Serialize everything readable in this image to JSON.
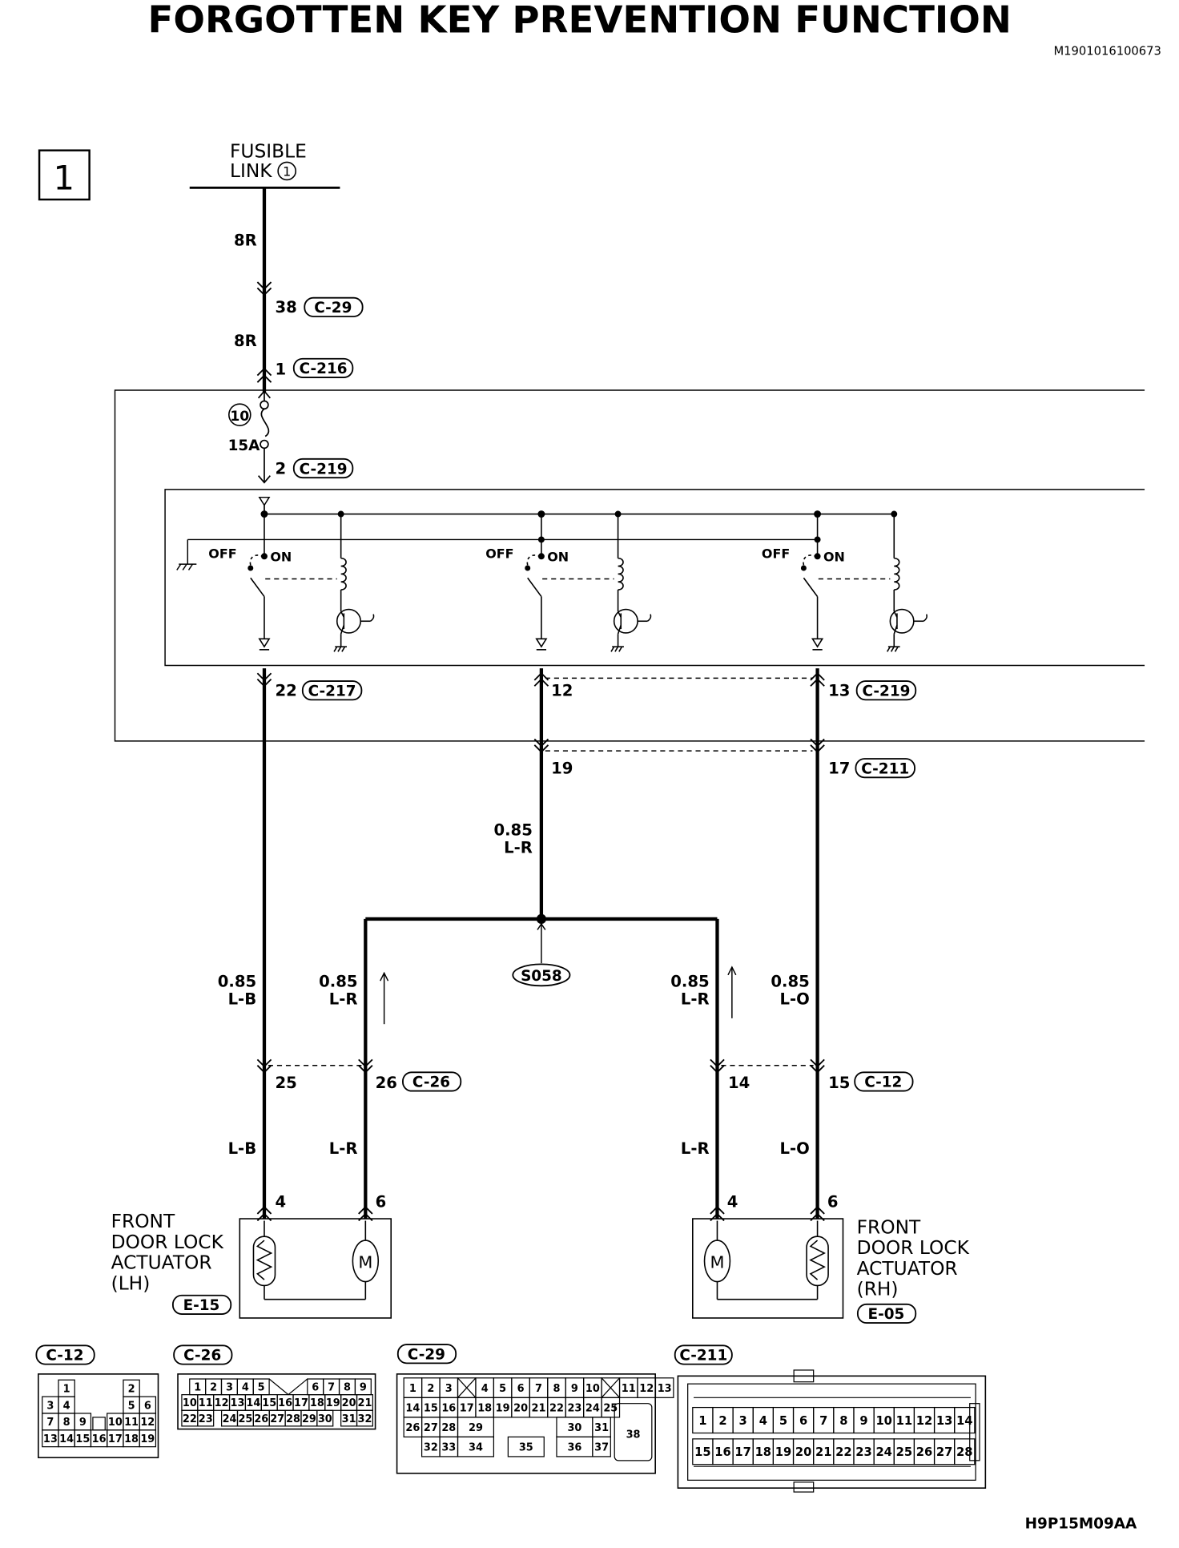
{
  "title": "FORGOTTEN KEY PREVENTION FUNCTION",
  "doc_code": "M1901016100673",
  "figure_code": "H9P15M09AA",
  "section_number": "1",
  "fusible_link": {
    "line1": "FUSIBLE",
    "line2": "LINK",
    "number": "1"
  },
  "fuse": {
    "number": "10",
    "rating": "15A"
  },
  "wires": {
    "w8r": "8R",
    "w085": "0.85",
    "lr": "L-R",
    "lb": "L-B",
    "lo": "L-O"
  },
  "connectors": {
    "c29": "C-29",
    "c216": "C-216",
    "c219": "C-219",
    "c217": "C-217",
    "c211": "C-211",
    "c26": "C-26",
    "c12": "C-12",
    "e15": "E-15",
    "e05": "E-05",
    "splice": "S058"
  },
  "pins": {
    "p38": "38",
    "p1": "1",
    "p2": "2",
    "p22": "22",
    "p12": "12",
    "p13": "13",
    "p19": "19",
    "p17": "17",
    "p25": "25",
    "p26": "26",
    "p14": "14",
    "p15": "15",
    "p4": "4",
    "p6": "6"
  },
  "switch_labels": {
    "off": "OFF",
    "on": "ON"
  },
  "actuator_lh": {
    "line1": "FRONT",
    "line2": "DOOR LOCK",
    "line3": "ACTUATOR",
    "line4": "(LH)"
  },
  "actuator_rh": {
    "line1": "FRONT",
    "line2": "DOOR LOCK",
    "line3": "ACTUATOR",
    "line4": "(RH)"
  },
  "motor_symbol": "M",
  "connector_faces": {
    "c12": [
      [
        "1",
        "",
        "2",
        ""
      ],
      [
        "3",
        "4",
        "",
        "5",
        "6"
      ],
      [
        "7",
        "8",
        "9",
        "10",
        "11",
        "12"
      ],
      [
        "13",
        "14",
        "15",
        "16",
        "17",
        "18",
        "19"
      ]
    ],
    "c26_row1": [
      "1",
      "2",
      "3",
      "4",
      "5",
      "6",
      "7",
      "8",
      "9"
    ],
    "c26_row2": [
      "10",
      "11",
      "12",
      "13",
      "14",
      "15",
      "16",
      "17",
      "18",
      "19",
      "20",
      "21"
    ],
    "c26_row3": [
      "22",
      "23",
      "24",
      "25",
      "26",
      "27",
      "28",
      "29",
      "30",
      "31",
      "32"
    ],
    "c29_row1": [
      "1",
      "2",
      "3",
      "4",
      "5",
      "6",
      "7",
      "8",
      "9",
      "10",
      "11",
      "12",
      "13"
    ],
    "c29_row2": [
      "14",
      "15",
      "16",
      "17",
      "18",
      "19",
      "20",
      "21",
      "22",
      "23",
      "24",
      "25"
    ],
    "c29_row3": [
      "26",
      "27",
      "28",
      "29",
      "30",
      "31"
    ],
    "c29_row4": [
      "32",
      "33",
      "34",
      "35",
      "36",
      "37"
    ],
    "c29_big": "38",
    "c211_row1": [
      "1",
      "2",
      "3",
      "4",
      "5",
      "6",
      "7",
      "8",
      "9",
      "10",
      "11",
      "12",
      "13",
      "14"
    ],
    "c211_row2": [
      "15",
      "16",
      "17",
      "18",
      "19",
      "20",
      "21",
      "22",
      "23",
      "24",
      "25",
      "26",
      "27",
      "28"
    ]
  }
}
